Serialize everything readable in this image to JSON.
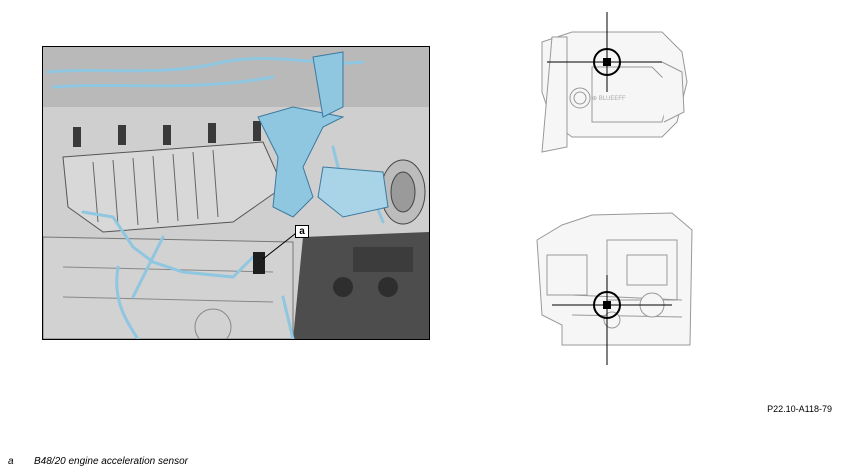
{
  "figure": {
    "callout_letter": "a",
    "reference_code": "P22.10-A118-79"
  },
  "legend": [
    {
      "key": "a",
      "text": "B48/20 engine acceleration sensor"
    }
  ],
  "colors": {
    "highlight_blue": "#8fc6e0",
    "engine_grey": "#c9c9c9",
    "dark_block": "#4a4a4a",
    "marker_black": "#000000"
  },
  "locator_views": [
    "top-view-engine-cover",
    "side-view-engine"
  ]
}
